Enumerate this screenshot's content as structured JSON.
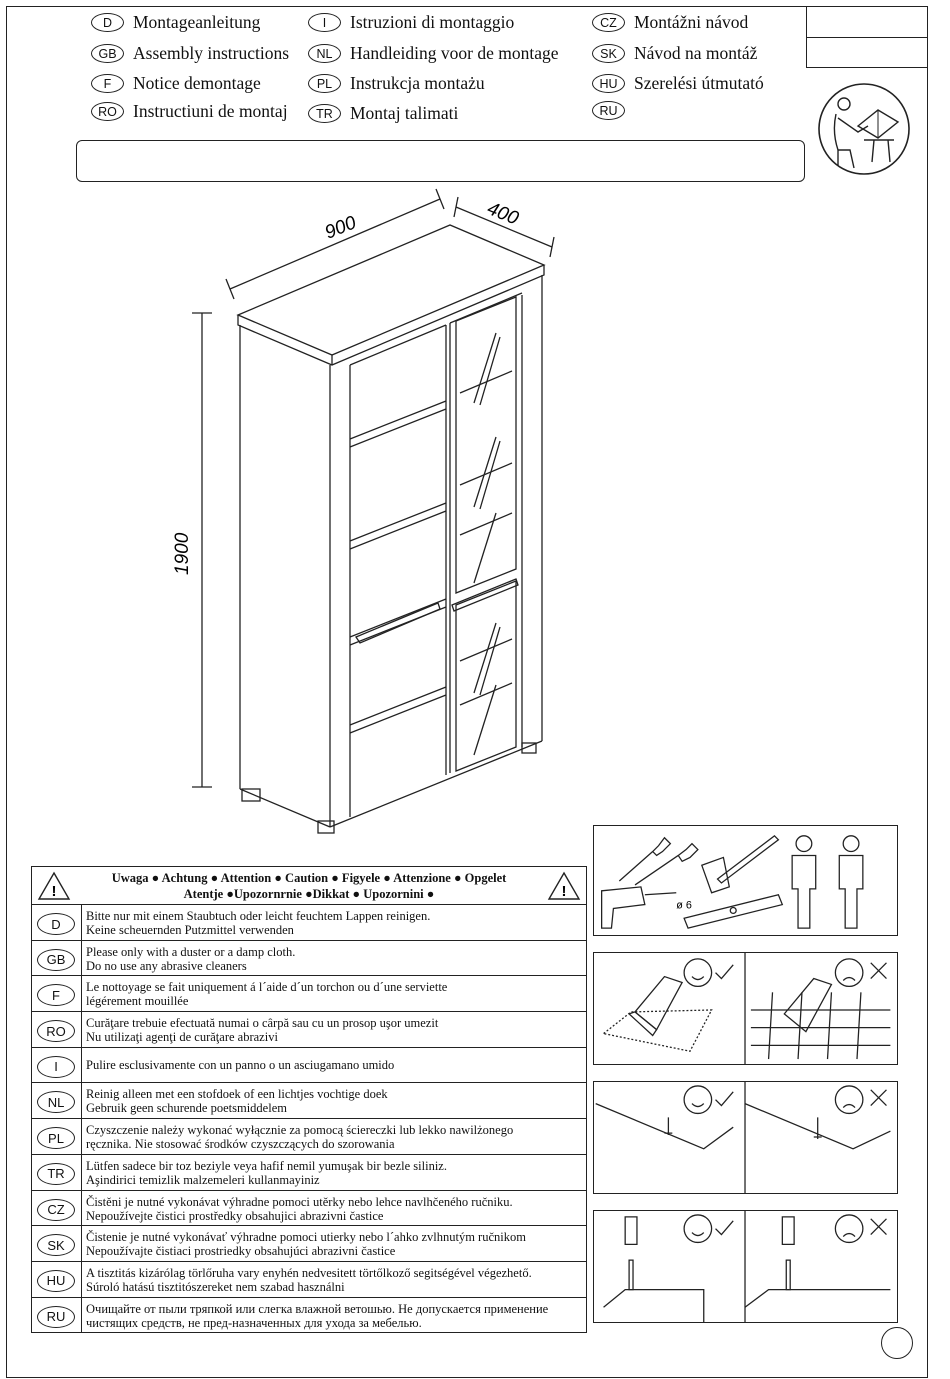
{
  "languages": [
    {
      "code": "D",
      "label": "Montageanleitung"
    },
    {
      "code": "GB",
      "label": "Assembly instructions"
    },
    {
      "code": "F",
      "label": "Notice demontage"
    },
    {
      "code": "RO",
      "label": "Instructiuni de montaj"
    },
    {
      "code": "I",
      "label": "Istruzioni di montaggio"
    },
    {
      "code": "NL",
      "label": "Handleiding voor de montage"
    },
    {
      "code": "PL",
      "label": "Instrukcja montażu"
    },
    {
      "code": "TR",
      "label": "Montaj talimati"
    },
    {
      "code": "CZ",
      "label": "Montážni návod"
    },
    {
      "code": "SK",
      "label": "Návod na montáž"
    },
    {
      "code": "HU",
      "label": "Szerelési útmutató"
    },
    {
      "code": "RU",
      "label": ""
    }
  ],
  "dimensions": {
    "width": "900",
    "depth": "400",
    "height": "1900"
  },
  "warning": {
    "title_line1": "Uwaga ●  Achtung ● Attention ● Caution ● Figyele ● Attenzione ● Opgelet",
    "title_line2": "Atentje ●Upozornrnie ●Dikkat ● Upozornini ●",
    "rows": [
      {
        "code": "D",
        "line1": "Bitte nur mit einem Staubtuch oder leicht feuchtem Lappen reinigen.",
        "line2": "Keine scheuernden Putzmittel verwenden"
      },
      {
        "code": "GB",
        "line1": "Please only with a duster or a damp cloth.",
        "line2": "Do no use any abrasive cleaners"
      },
      {
        "code": "F",
        "line1": "Le nottoyage se fait uniquement á l´aide d´un torchon ou d´une serviette",
        "line2": "légérement mouillée"
      },
      {
        "code": "RO",
        "line1": "Curăţare trebuie efectuată numai o cârpă sau cu un prosop uşor umezit",
        "line2": "Nu utilizaţi agenţi de curăţare abrazivi"
      },
      {
        "code": "I",
        "line1": "Pulire esclusivamente con un panno o un asciugamano umido",
        "line2": ""
      },
      {
        "code": "NL",
        "line1": "Reinig alleen met een stofdoek of een lichtjes vochtige doek",
        "line2": "Gebruik geen schurende poetsmiddelem"
      },
      {
        "code": "PL",
        "line1": "Czyszczenie należy wykonać wyłącznie za pomocą ściereczki lub lekko nawilżonego",
        "line2": "ręcznika. Nie stosować środków czyszczących do szorowania"
      },
      {
        "code": "TR",
        "line1": "Lütfen sadece bir toz beziyle veya hafif nemil yumuşak bir bezle siliniz.",
        "line2": "Aşindirici temizlik malzemeleri kullanmayiniz"
      },
      {
        "code": "CZ",
        "line1": "Čistěni je nutné vykonávat výhradne pomoci utěrky nebo lehce navlhčeného ručniku.",
        "line2": "Nepoužívejte čistici prostředky obsahujici abrazivni častice"
      },
      {
        "code": "SK",
        "line1": "Čistenie je nutné vykonávať výhradne pomoci utierky nebo l´ahko zvlhnutým ručnikom",
        "line2": "Nepoužívajte čistiaci prostriedky obsahujúci abrazivni častice"
      },
      {
        "code": "HU",
        "line1": "A tisztitás kizárólag törlőruha vary enyhén nedvesitett törtőlkoző segitségével végezhető.",
        "line2": "Súroló hatású tisztitószereket nem szabad használni"
      },
      {
        "code": "RU",
        "line1": "Очищайте от пыли тряпкой или слегка влажной ветошью. Не допускается применение",
        "line2": "чистящих средств, не пред-назначенных для ухода за мебелью."
      }
    ]
  },
  "tools": {
    "drill_size": "6"
  }
}
